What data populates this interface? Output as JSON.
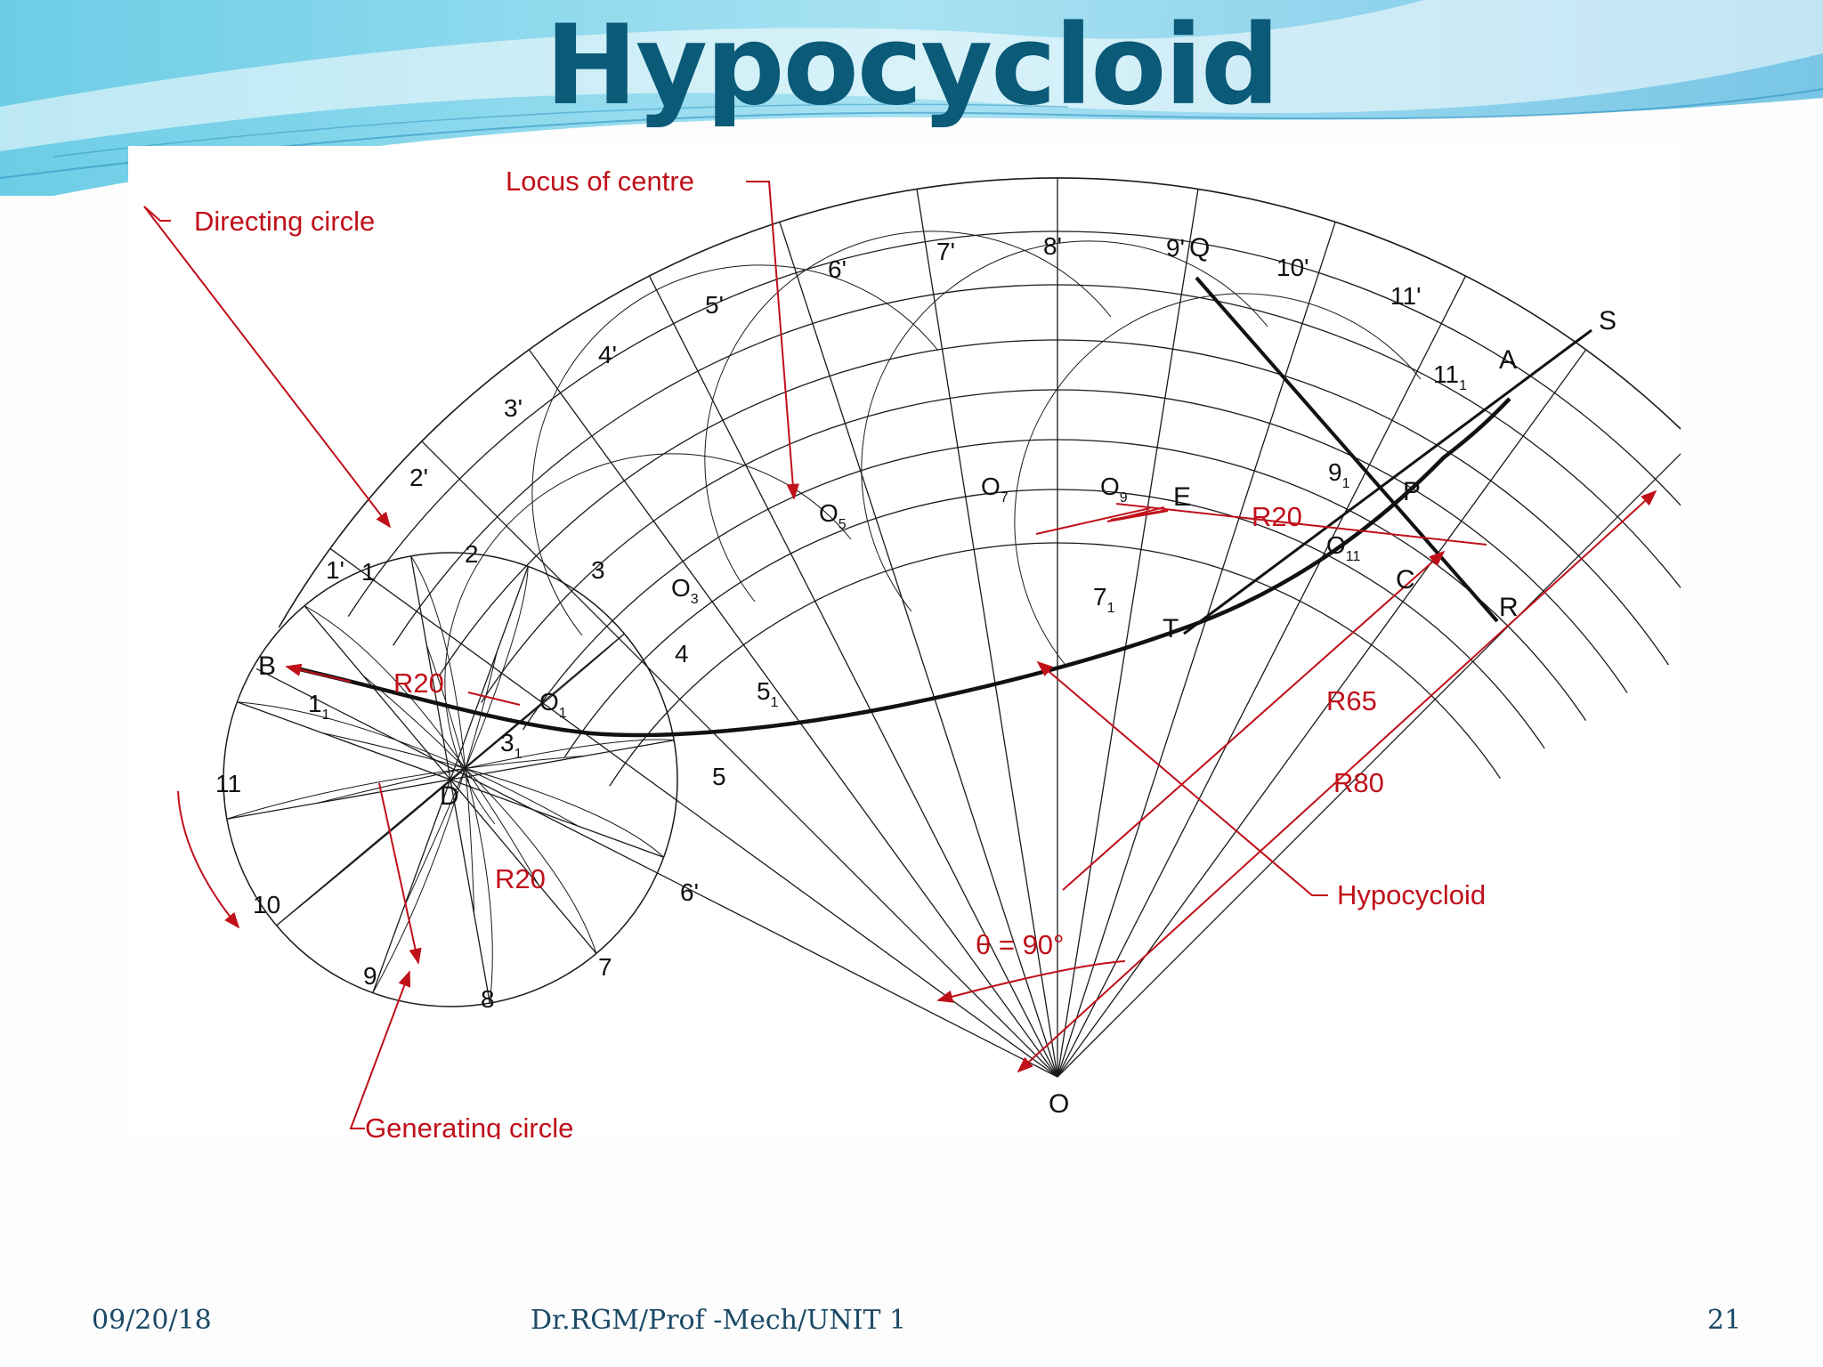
{
  "slide": {
    "title": "Hypocycloid",
    "footer": {
      "date": "09/20/18",
      "author": "Dr.RGM/Prof -Mech/UNIT 1",
      "page": "21"
    }
  },
  "diagram": {
    "callouts": {
      "locus": "Locus of centre",
      "directing": "Directing circle",
      "generating": "Generating circle",
      "hypocycloid": "Hypocycloid"
    },
    "dimensions": {
      "r20_a": "R20",
      "r20_b": "R20",
      "r20_c": "R20",
      "r65": "R65",
      "r80": "R80",
      "theta": "θ = 90°"
    },
    "outer_labels": [
      "1'",
      "2'",
      "3'",
      "4'",
      "5'",
      "6'",
      "7'",
      "8'",
      "9'",
      "10'",
      "11'"
    ],
    "circle_labels": [
      "1",
      "2",
      "3",
      "4",
      "5",
      "6'",
      "7",
      "8",
      "9",
      "10",
      "11"
    ],
    "centre_labels": {
      "o1": "O",
      "o3": "O",
      "o5": "O",
      "o7": "O",
      "o9": "O",
      "o11": "O"
    },
    "centre_subs": {
      "o1": "1",
      "o3": "3",
      "o5": "5",
      "o7": "7",
      "o9": "9",
      "o11": "11"
    },
    "point_labels": {
      "p11": "1",
      "p31": "3",
      "p51": "5",
      "p71": "7",
      "p91": "9",
      "p111": "11"
    },
    "point_subs": {
      "p11": "1",
      "p31": "1",
      "p51": "1",
      "p71": "1",
      "p91": "1",
      "p111": "1"
    },
    "letters": {
      "A": "A",
      "B": "B",
      "C": "C",
      "D": "D",
      "E": "E",
      "O": "O",
      "P": "P",
      "Q": "Q",
      "R": "R",
      "S": "S",
      "T": "T"
    }
  },
  "colors": {
    "title": "#0a5a78",
    "annotation": "#c0101a",
    "line": "#1a1a1a",
    "banner": "#7fd0ea"
  }
}
